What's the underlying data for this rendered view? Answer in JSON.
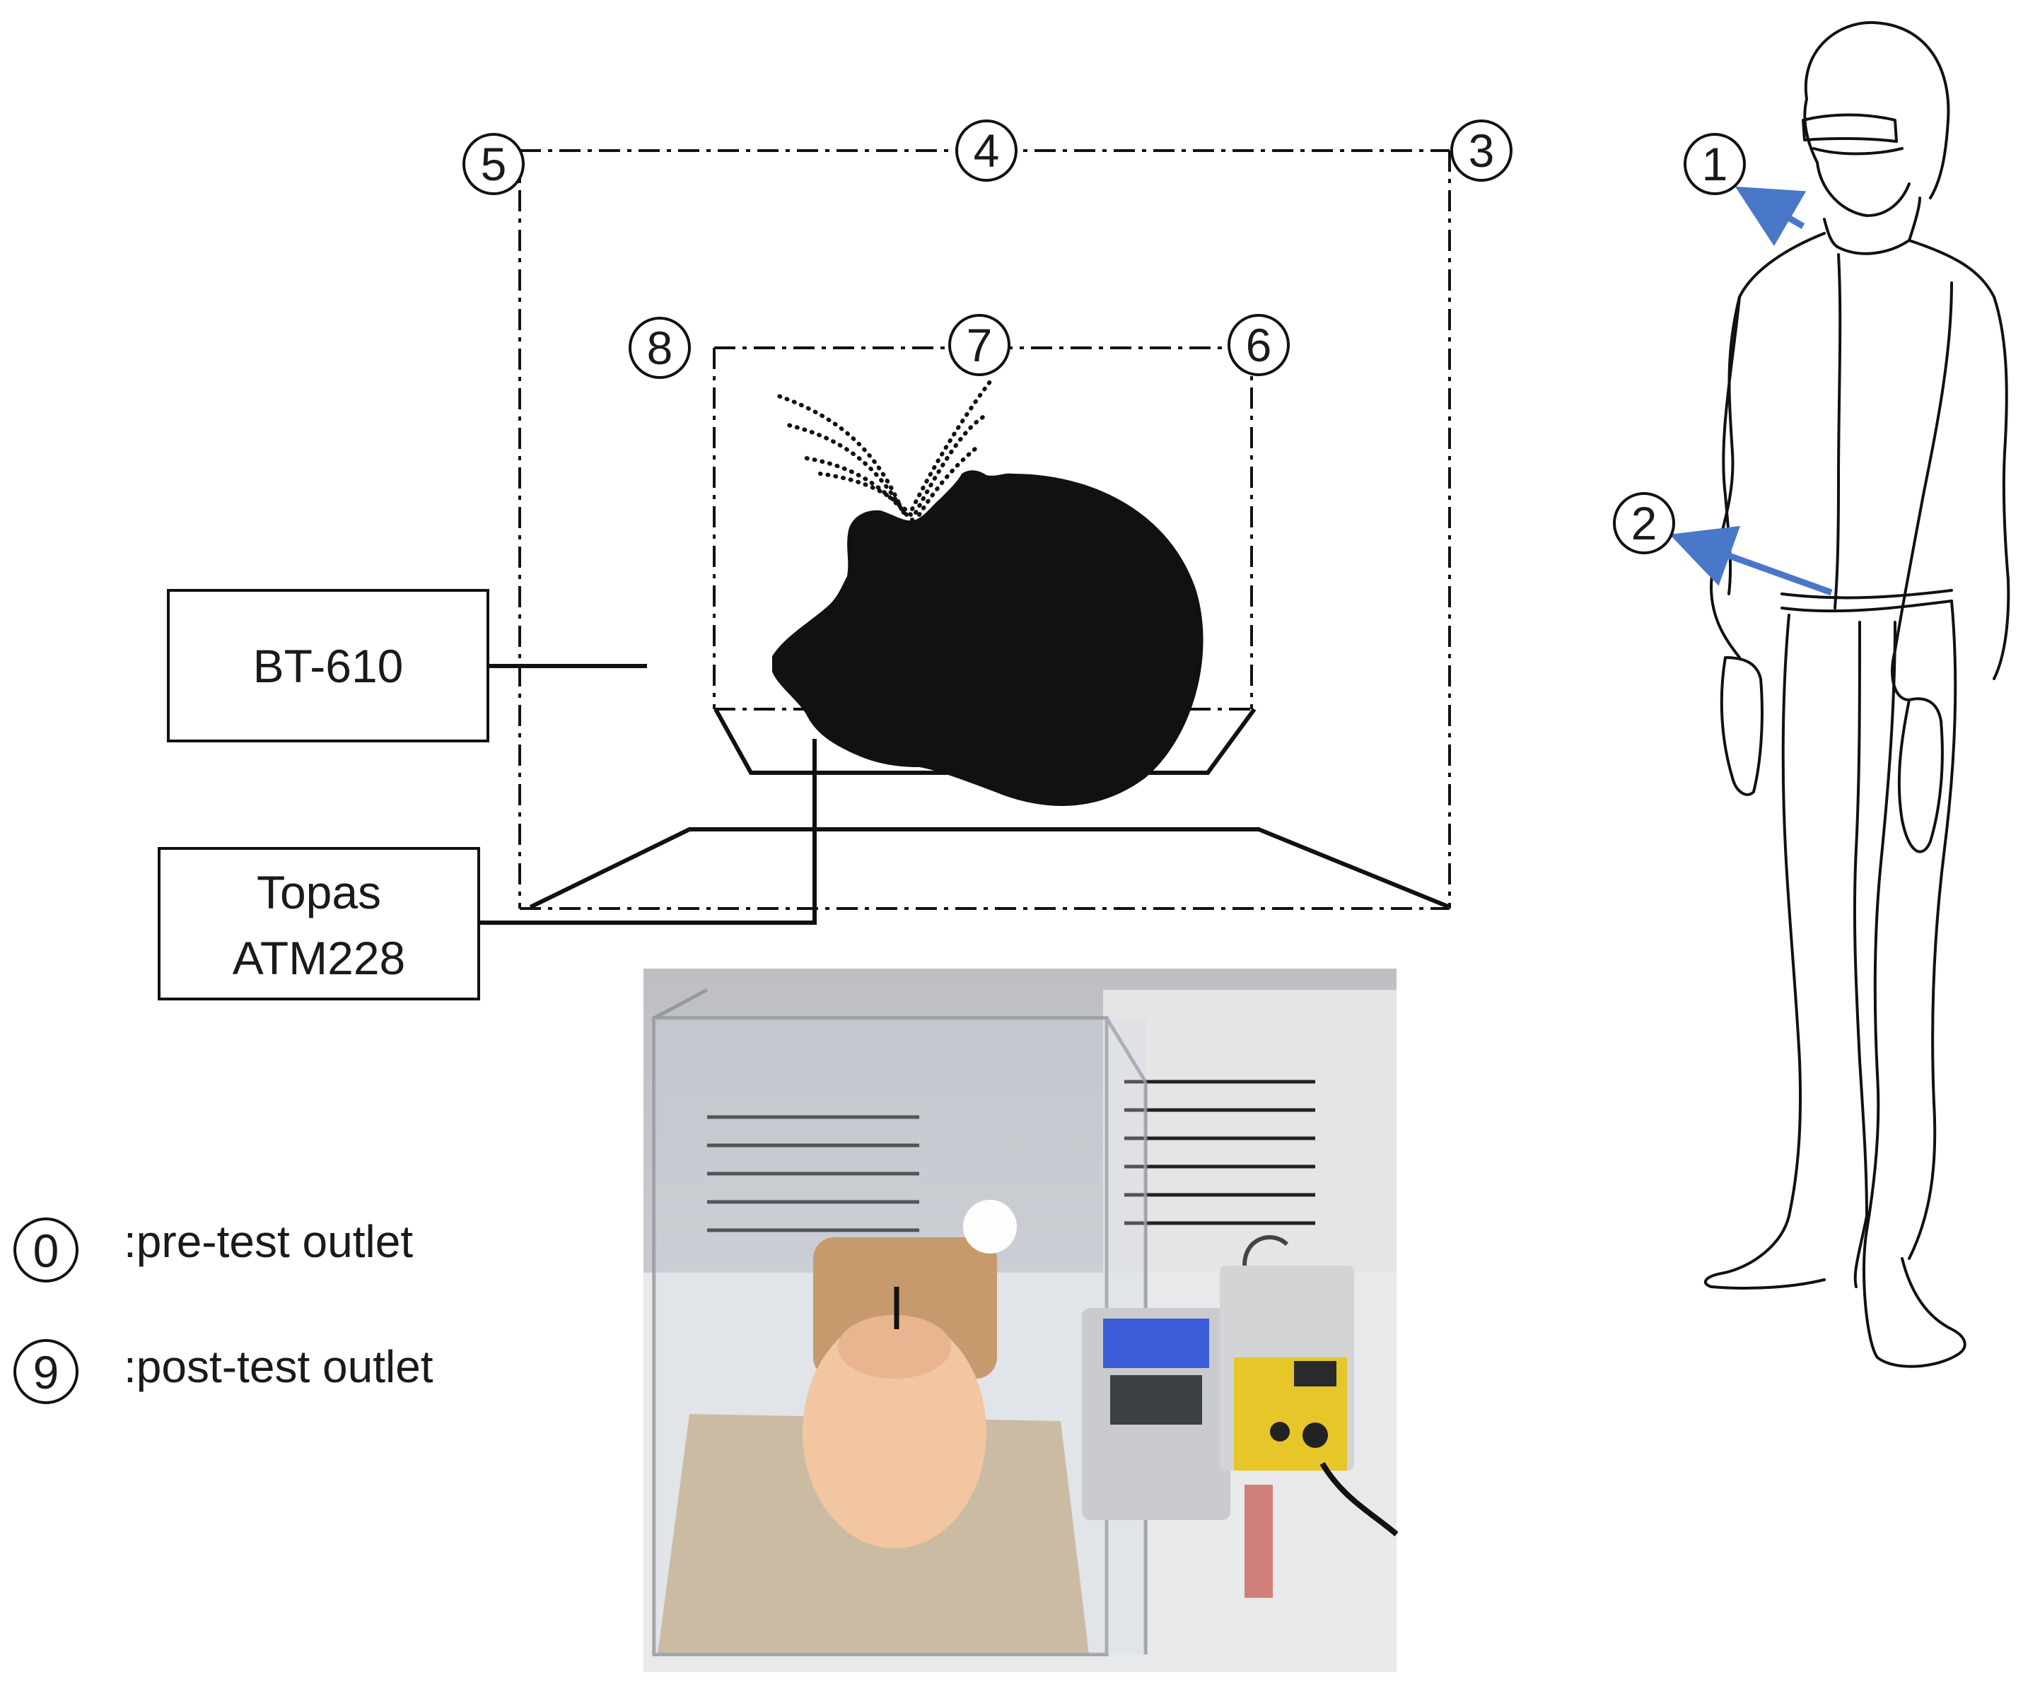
{
  "devices": {
    "bt610": "BT-610",
    "topas_line1": "Topas",
    "topas_line2": "ATM228"
  },
  "markers": {
    "m1": "1",
    "m2": "2",
    "m3": "3",
    "m4": "4",
    "m5": "5",
    "m6": "6",
    "m7": "7",
    "m8": "8"
  },
  "legend": [
    {
      "symbol": "0",
      "text": ":pre-test outlet"
    },
    {
      "symbol": "9",
      "text": ":post-test outlet"
    }
  ],
  "colors": {
    "line": "#111111",
    "arrow": "#4a78c8",
    "silhouette": "#111111"
  },
  "icons": {
    "manikin_head": "head-silhouette-icon",
    "operator": "ppe-person-icon",
    "photo": "experimental-setup-photo"
  }
}
